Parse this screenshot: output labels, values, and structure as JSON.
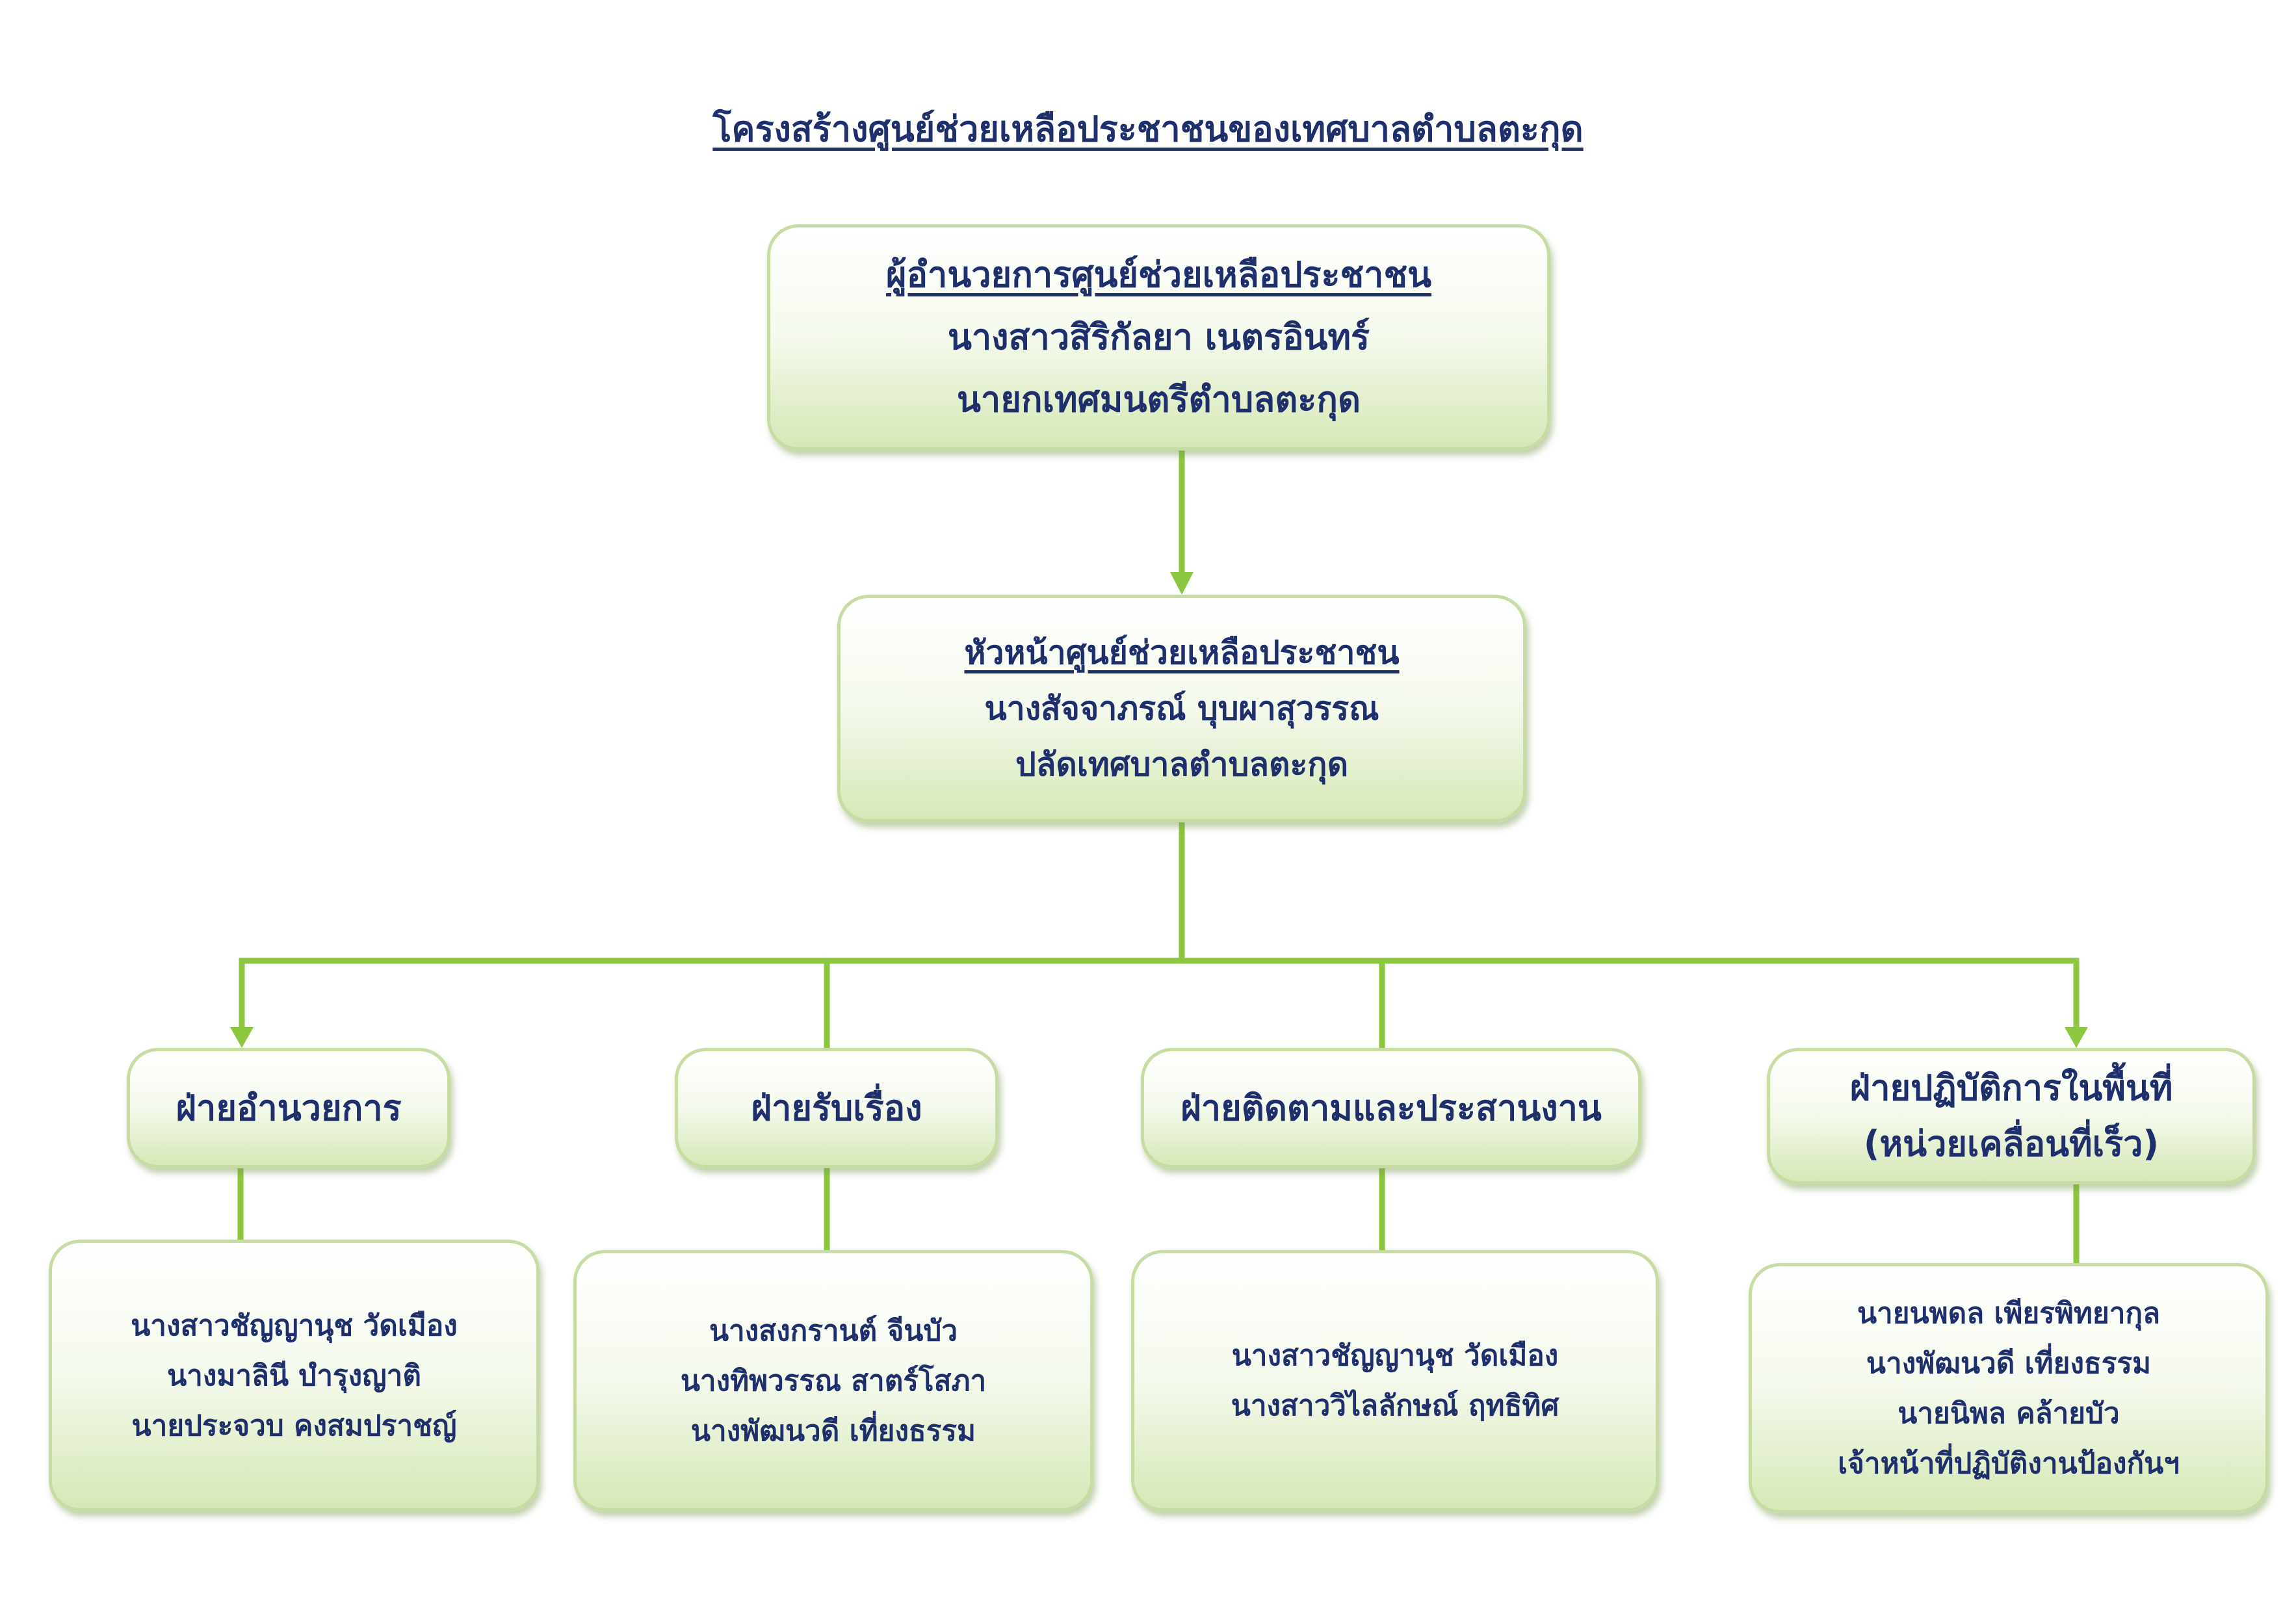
{
  "title": "โครงสร้างศูนย์ช่วยเหลือประชาชนของเทศบาลตำบลตะกุด",
  "director": {
    "role": "ผู้อำนวยการศูนย์ช่วยเหลือประชาชน",
    "name": "นางสาวสิริกัลยา  เนตรอินทร์",
    "position": "นายกเทศมนตรีตำบลตะกุด"
  },
  "head": {
    "role": "หัวหน้าศูนย์ช่วยเหลือประชาชน",
    "name": "นางสัจจาภรณ์  บุบผาสุวรรณ",
    "position": "ปลัดเทศบาลตำบลตะกุด"
  },
  "departments": [
    {
      "name_lines": [
        "ฝ่ายอำนวยการ"
      ],
      "staff": [
        "นางสาวชัญญานุช  วัดเมือง",
        "นางมาลินี  บำรุงญาติ",
        "นายประจวบ คงสมปราชญ์"
      ]
    },
    {
      "name_lines": [
        "ฝ่ายรับเรื่อง"
      ],
      "staff": [
        "นางสงกรานต์  จีนบัว",
        "นางทิพวรรณ  สาตร์โสภา",
        "นางพัฒนวดี  เที่ยงธรรม"
      ]
    },
    {
      "name_lines": [
        "ฝ่ายติดตามและประสานงาน"
      ],
      "staff": [
        "นางสาวชัญญานุช  วัดเมือง",
        "นางสาววิไลลักษณ์ ฤทธิทิศ"
      ]
    },
    {
      "name_lines": [
        "ฝ่ายปฏิบัติการในพื้นที่",
        "(หน่วยเคลื่อนที่เร็ว)"
      ],
      "staff": [
        "นายนพดล เพียรพิทยากุล",
        "นางพัฒนวดี เที่ยงธรรม",
        "นายนิพล  คล้ายบัว",
        "เจ้าหน้าที่ปฏิบัติงานป้องกันฯ"
      ]
    }
  ],
  "colors": {
    "connector": "#8dc63f",
    "text": "#1f2f6b",
    "box_border": "#c7dca3"
  }
}
